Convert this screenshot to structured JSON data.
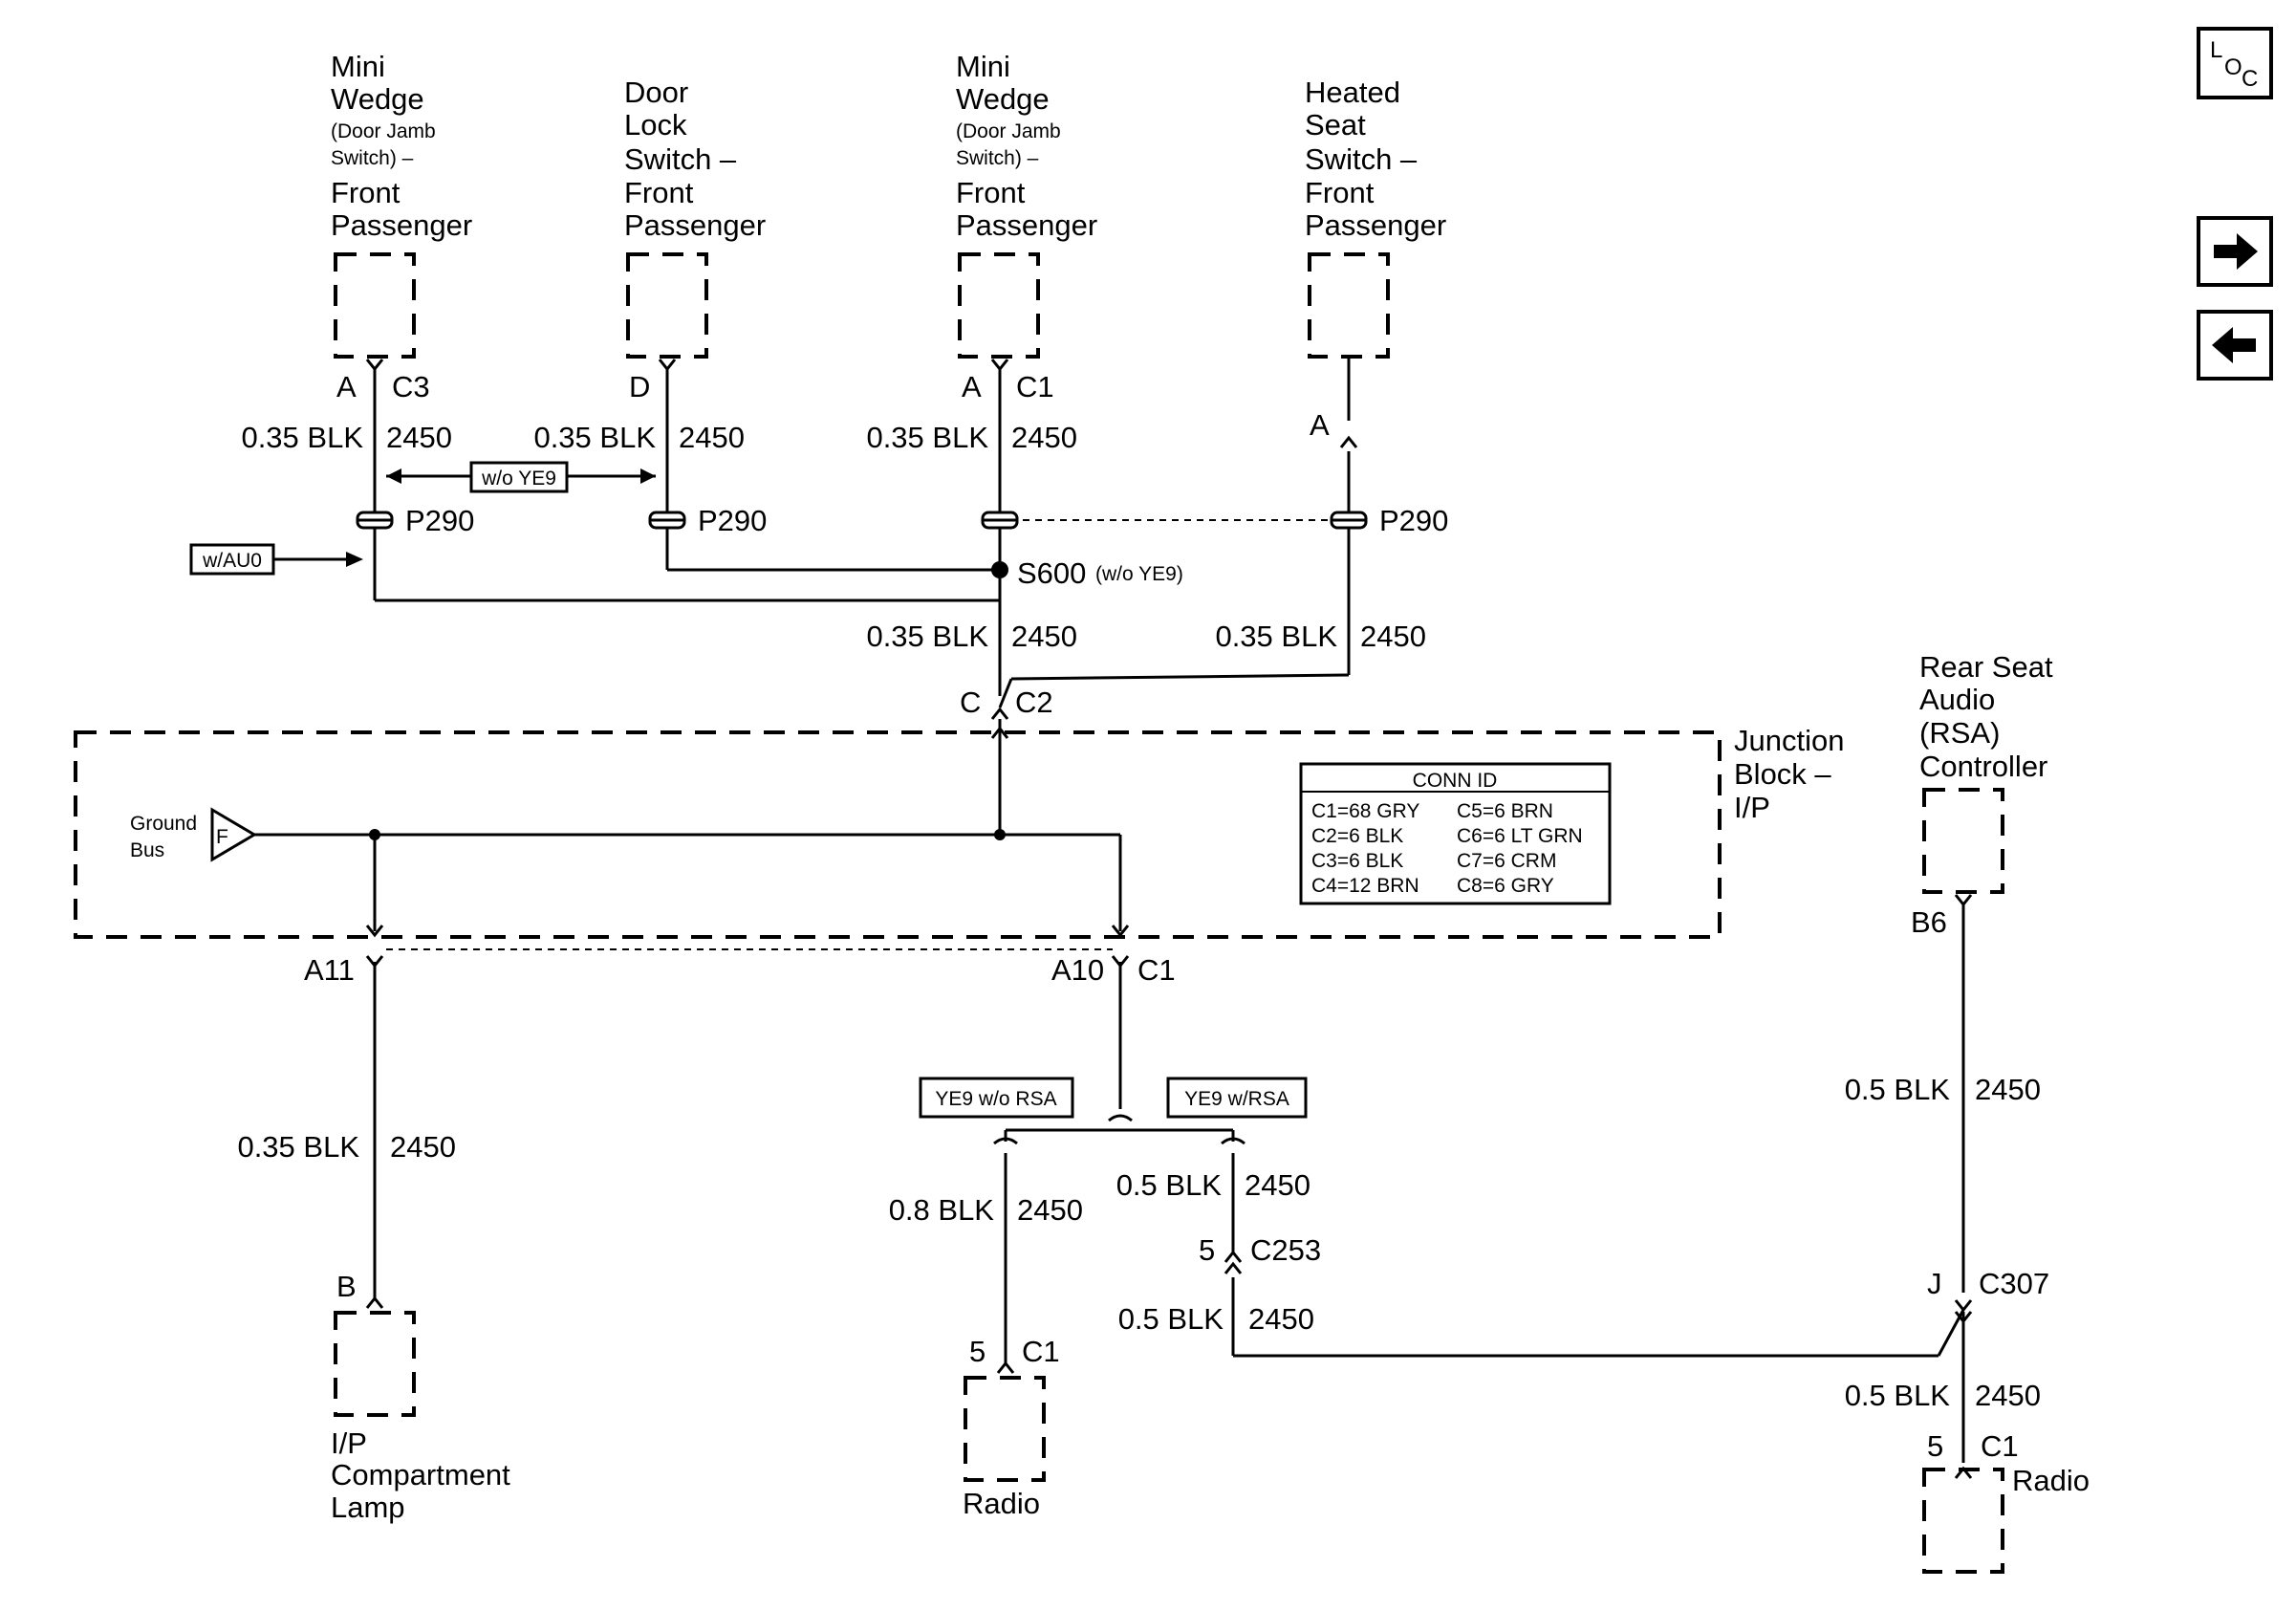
{
  "components": {
    "c1": [
      "Mini",
      "Wedge",
      "(Door Jamb",
      "Switch) –",
      "Front",
      "Passenger"
    ],
    "c2": [
      "Door",
      "Lock",
      "Switch –",
      "Front",
      "Passenger"
    ],
    "c3": [
      "Mini",
      "Wedge",
      "(Door Jamb",
      "Switch) –",
      "Front",
      "Passenger"
    ],
    "c4": [
      "Heated",
      "Seat",
      "Switch –",
      "Front",
      "Passenger"
    ],
    "rsa": [
      "Rear Seat",
      "Audio",
      "(RSA)",
      "Controller"
    ],
    "junction": [
      "Junction",
      "Block –",
      "I/P"
    ],
    "ipLamp": [
      "I/P",
      "Compartment",
      "Lamp"
    ],
    "radio1": "Radio",
    "radio2": "Radio"
  },
  "pins": {
    "c1_pin": "A",
    "c1_conn": "C3",
    "c2_pin": "D",
    "c3_pin": "A",
    "c3_conn": "C1",
    "c4_pin": "A",
    "jb_top_pin": "C",
    "jb_top_conn": "C2",
    "a11": "A11",
    "a10": "A10",
    "a10_conn": "C1",
    "lamp_pin": "B",
    "radio1_pin": "5",
    "radio1_conn": "C1",
    "c253_pin": "5",
    "c253": "C253",
    "rsa_pin": "B6",
    "c307_pin": "J",
    "c307": "C307",
    "radio2_pin": "5",
    "radio2_conn": "C1"
  },
  "splices": {
    "p290": "P290",
    "s600": "S600",
    "s600_note": "(w/o YE9)"
  },
  "wires": {
    "w1_size": "0.35 BLK",
    "w1_circuit": "2450",
    "w2_size": "0.35 BLK",
    "w2_circuit": "2450",
    "w3_size": "0.35 BLK",
    "w3_circuit": "2450",
    "w4_size": "0.35 BLK",
    "w4_circuit": "2450",
    "w5_size": "0.35 BLK",
    "w5_circuit": "2450",
    "w6_size": "0.35 BLK",
    "w6_circuit": "2450",
    "w7_size": "0.8 BLK",
    "w7_circuit": "2450",
    "w8_size": "0.5 BLK",
    "w8_circuit": "2450",
    "w9_size": "0.5 BLK",
    "w9_circuit": "2450",
    "w10_size": "0.5 BLK",
    "w10_circuit": "2450",
    "w11_size": "0.5 BLK",
    "w11_circuit": "2450"
  },
  "options": {
    "wo_ye9": "w/o YE9",
    "w_au0": "w/AU0",
    "ye9_wo_rsa": "YE9 w/o RSA",
    "ye9_w_rsa": "YE9 w/RSA"
  },
  "ground_bus": {
    "label1": "Ground",
    "label2": "Bus",
    "symbol": "F"
  },
  "conn_id": {
    "title": "CONN ID",
    "left": [
      "C1=68 GRY",
      "C2=6 BLK",
      "C3=6 BLK",
      "C4=12 BRN"
    ],
    "right": [
      "C5=6 BRN",
      "C6=6 LT GRN",
      "C7=6 CRM",
      "C8=6 GRY"
    ]
  },
  "nav": {
    "loc_l": "L",
    "loc_o": "O",
    "loc_c": "C",
    "next_icon": "arrow-right-icon",
    "prev_icon": "arrow-left-icon"
  }
}
